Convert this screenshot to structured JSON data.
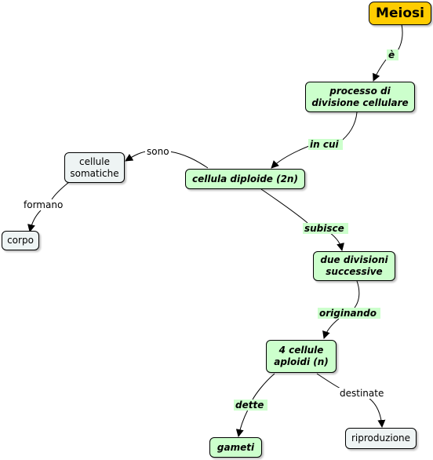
{
  "nodes": {
    "meiosi": "Meiosi",
    "processo": "processo di divisione cellulare",
    "cellula_diploide": "cellula diploide (2n)",
    "cellule_somatiche": "cellule somatiche",
    "corpo": "corpo",
    "due_divisioni": "due divisioni successive",
    "quattro_cellule": "4 cellule aploidi (n)",
    "gameti": "gameti",
    "riproduzione": "riproduzione"
  },
  "links": {
    "e": "è",
    "in_cui": "in cui",
    "sono": "sono",
    "formano": "formano",
    "subisce": "subisce",
    "originando": "originando",
    "dette": "dette",
    "destinate": "destinate"
  },
  "colors": {
    "root_fill": "#ffcc00",
    "concept_fill": "#ccffcc",
    "secondary_fill": "#eef4f4",
    "border": "#000000"
  }
}
